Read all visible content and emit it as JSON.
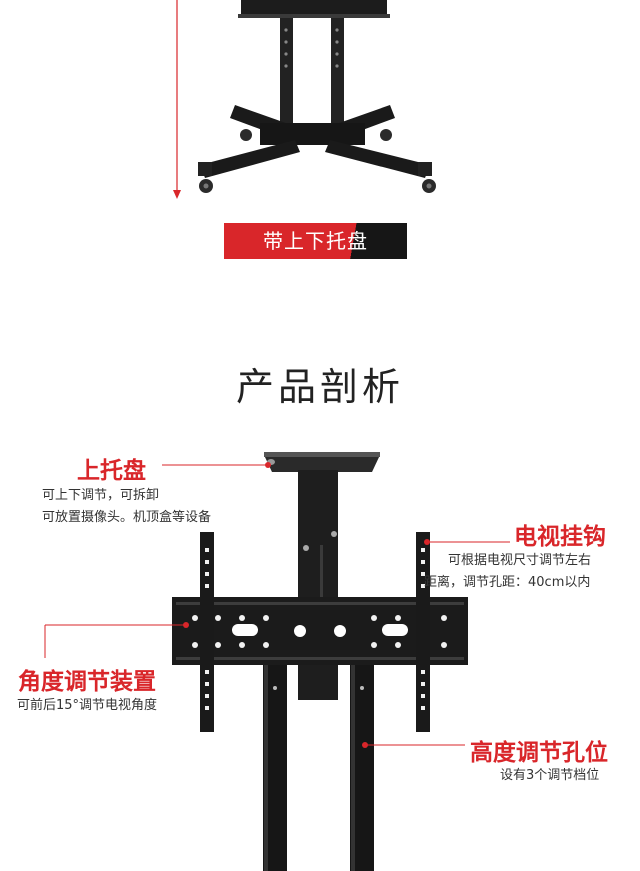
{
  "badge": {
    "label": "带上下托盘"
  },
  "section": {
    "title": "产品剖析"
  },
  "callouts": {
    "top_tray": {
      "title": "上托盘",
      "lines": [
        "可上下调节，可拆卸",
        "可放置摄像头。机顶盒等设备"
      ]
    },
    "tv_hook": {
      "title": "电视挂钩",
      "lines": [
        "可根据电视尺寸调节左右",
        "距离，调节孔距：40cm以内"
      ]
    },
    "angle": {
      "title": "角度调节装置",
      "lines": [
        "可前后15°调节电视角度"
      ]
    },
    "height": {
      "title": "高度调节孔位",
      "lines": [
        "设有3个调节档位"
      ]
    }
  },
  "colors": {
    "accent": "#d9262a",
    "dark": "#161616",
    "metal": "#1a1a1a"
  }
}
